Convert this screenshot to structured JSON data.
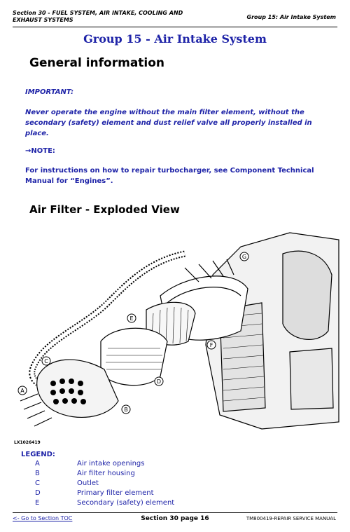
{
  "header": {
    "section": "Section 30 - FUEL SYSTEM, AIR INTAKE, COOLING AND EXHAUST SYSTEMS",
    "group": "Group 15: Air Intake System"
  },
  "title": "Group 15 - Air Intake System",
  "general": {
    "heading": "General information",
    "important_label": "IMPORTANT:",
    "important_text": "Never operate the engine without the main filter element, without the secondary (safety) element and dust relief valve all properly installed in place.",
    "note_label": "→NOTE:",
    "note_text": "For instructions on how to repair turbocharger, see Component Technical Manual for “Engines”."
  },
  "exploded": {
    "heading": "Air Filter - Exploded View",
    "figure_code": "LX1026419",
    "callouts": [
      "A",
      "B",
      "C",
      "D",
      "E",
      "F",
      "G"
    ]
  },
  "legend": {
    "title": "LEGEND:",
    "items": [
      {
        "key": "A",
        "label": "Air intake openings"
      },
      {
        "key": "B",
        "label": "Air filter housing"
      },
      {
        "key": "C",
        "label": "Outlet"
      },
      {
        "key": "D",
        "label": "Primary filter element"
      },
      {
        "key": "E",
        "label": "Secondary (safety) element"
      }
    ]
  },
  "footer": {
    "toc_link": "<- Go to Section TOC",
    "page": "Section 30 page 16",
    "manual": "TM800419-REPAIR SERVICE MANUAL"
  }
}
